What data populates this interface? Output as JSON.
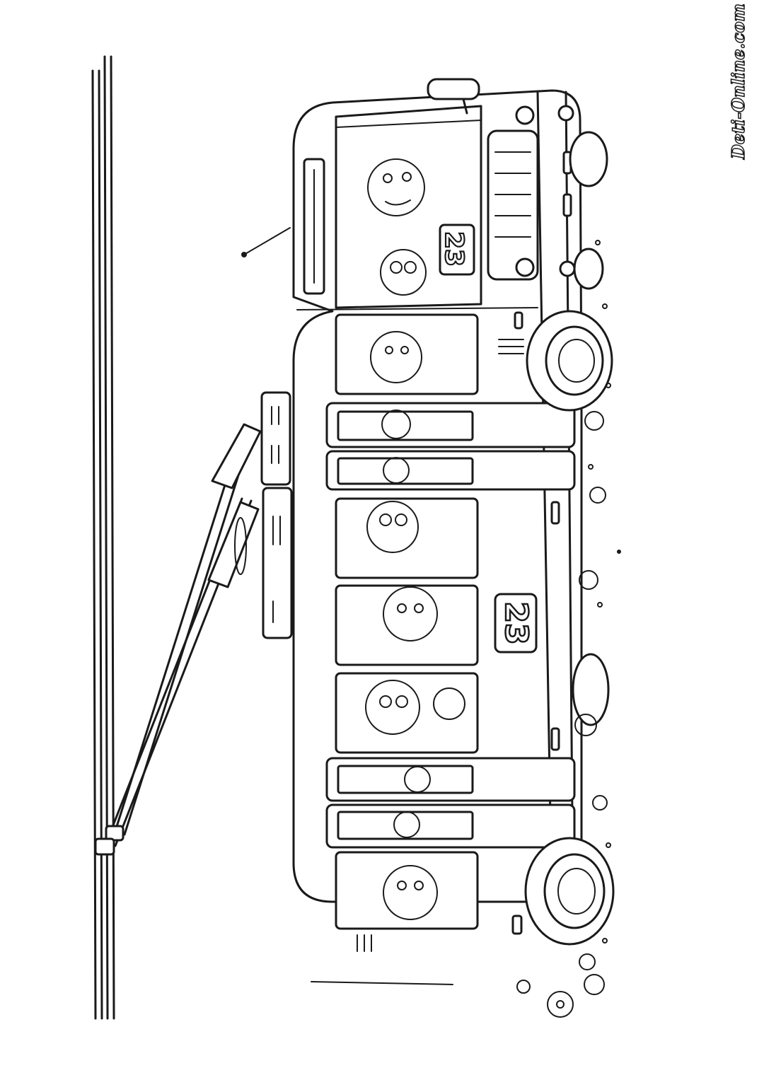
{
  "watermark": "Deti-Online.com",
  "trolleybus": {
    "route_number_side": "23",
    "route_number_front": "23"
  },
  "colors": {
    "line": "#1a1a1a",
    "paper": "#ffffff"
  }
}
